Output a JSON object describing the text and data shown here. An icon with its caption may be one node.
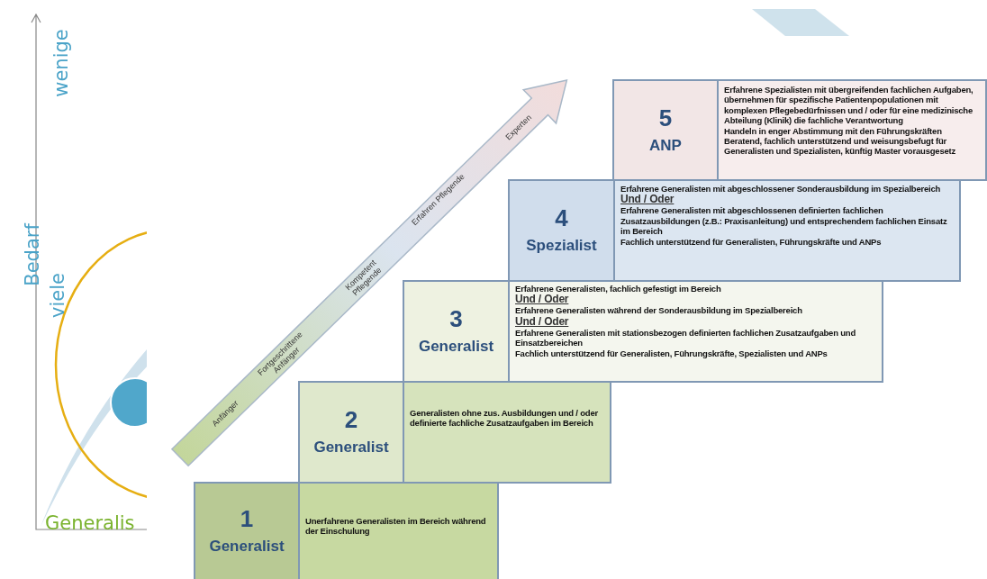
{
  "diagram": {
    "nodes": [
      {
        "text": [
          "1",
          "Generalist"
        ]
      },
      {
        "text": [
          "Unerfahrene Generalisten im Bereich während der Einschulung"
        ]
      },
      {
        "text": [
          "2",
          "Generalist"
        ]
      },
      {
        "text": [
          "Generalisten ohne zus. Ausbildungen und / oder definierte fachliche Zusatzaufgaben im Bereich"
        ]
      },
      {
        "text": [
          "3",
          "Generalist"
        ]
      },
      {
        "text": [
          "Erfahrene Generalisten, fachlich gefestigt im Bereich",
          "Und / Oder",
          "Erfahrene Generalisten während der Sonderausbildung im Spezialbereich",
          "Und / Oder",
          "Erfahrene Generalisten mit stationsbezogen definierten fachlichen Zusatzaufgaben und Einsatzbereichen",
          "Fachlich unterstützend für Generalisten, Führungskräfte, Spezialisten und ANPs"
        ]
      },
      {
        "text": [
          "4",
          "Spezialist"
        ]
      },
      {
        "text": [
          "Erfahrene Generalisten mit abgeschlossener Sonderausbildung im Spezialbereich",
          "Und / Oder",
          "Erfahrene Generalisten mit abgeschlossenen definierten fachlichen Zusatzausbildungen (z.B.: Praxisanleitung) und entsprechendem fachlichen Einsatz im Bereich",
          "Fachlich unterstützend für Generalisten, Führungskräfte und ANPs"
        ]
      },
      {
        "text": [
          "5",
          "ANP"
        ]
      },
      {
        "text": [
          "Erfahrene Spezialisten mit übergreifenden fachlichen Aufgaben, übernehmen für spezifische Patientenpopulationen mit komplexen Pflegebedürfnissen und / oder für eine medizinische Abteilung (Klinik) die fachliche Verantwortung",
          "Handeln in enger Abstimmung mit den Führungskräften",
          "Beratend, fachlich unterstützend und weisungsbefugt für Generalisten und Spezialisten, künftig Master vorausgesetz"
        ]
      }
    ],
    "labels": [
      "wenige",
      "Bedarf",
      "viele",
      "Generalis",
      "Anfänger",
      "Fortgeschrittene Anfänger",
      "Kompetent Pflegende",
      "Erfahren Pflegende",
      "Experten"
    ]
  }
}
